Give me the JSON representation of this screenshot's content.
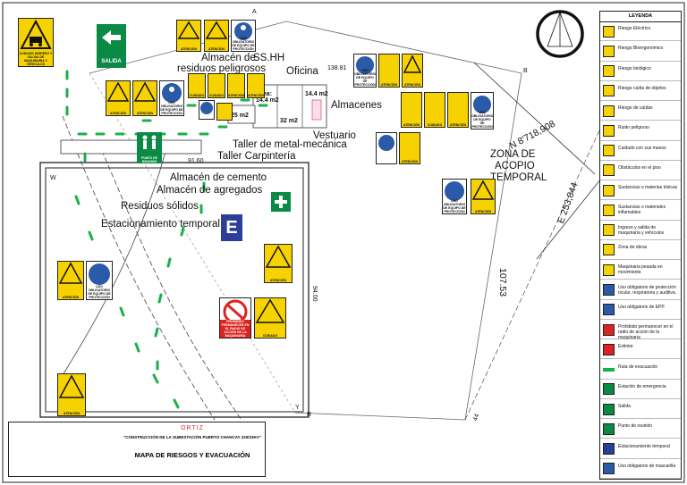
{
  "map": {
    "labels": {
      "almacen_residuos": "Almacén de",
      "almacen_residuos2": "residuos peligrosos",
      "sshh": "SS.HH",
      "oficina": "Oficina",
      "almacenes": "Almacenes",
      "vestuario": "Vestuario",
      "taller_metal": "Taller de metal-mecánica",
      "taller_carp": "Taller Carpintería",
      "almacen_cemento": "Almacén de cemento",
      "almacen_agregados": "Almacén de agregados",
      "residuos_solidos": "Residuos sólidos",
      "estacionamiento": "Estacionamiento temporal",
      "zona_acopio_1": "ZONA DE",
      "zona_acopio_2": "ACOPIO",
      "zona_acopio_3": "TEMPORAL",
      "coord_n": "N 8'718,908",
      "coord_e": "E 253,844",
      "dim_107": "107.53",
      "dim_138": "138.81",
      "dim_91": "91.60",
      "dim_94": "94.00",
      "corner_w": "W",
      "corner_b": "B",
      "corner_a": "A",
      "corner_r": "R",
      "corner_y": "Y",
      "corner_44": "44",
      "area": "Área:",
      "area_14": "14.4 m2",
      "area_25": "25 m2",
      "area_14b": "14.4 m2",
      "area_32": "32 m2"
    },
    "signs": {
      "atencion": "ATENCIÓN",
      "cuidado": "CUIDADO",
      "uso_epp": "USO OBLIGATORIO DE EQUIPO DE PROTECCIÓN",
      "salida": "SALIDA",
      "estacionamiento": "E",
      "punto_reunion": "PUNTO DE REUNIÓN",
      "cuidado_maquinas": "CUIDADO INGRESO Y SALIDA DE MAQUINARIA Y VEHÍCULOS",
      "prohibido": "PROHIBIDO PERMANECER EN EL RADIO DE ACCIÓN DE LA MAQUINARIA"
    }
  },
  "legend": {
    "title": "LEYENDA",
    "items": [
      {
        "text": "Riesgo Eléctrico",
        "icon": "electric-hazard-icon",
        "color": "#f5d200"
      },
      {
        "text": "Riesgo Bioergonómico",
        "icon": "ergonomic-hazard-icon",
        "color": "#f5d200"
      },
      {
        "text": "Riesgo biológico",
        "icon": "biohazard-icon",
        "color": "#f5d200"
      },
      {
        "text": "Riesgo caída de objetos",
        "icon": "falling-objects-icon",
        "color": "#f5d200"
      },
      {
        "text": "Riesgo de caídas",
        "icon": "fall-hazard-icon",
        "color": "#f5d200"
      },
      {
        "text": "Ruido peligroso",
        "icon": "noise-hazard-icon",
        "color": "#f5d200"
      },
      {
        "text": "Cuidado con sus manos",
        "icon": "hand-hazard-icon",
        "color": "#f5d200"
      },
      {
        "text": "Obstáculos en el piso",
        "icon": "floor-obstacle-icon",
        "color": "#f5d200"
      },
      {
        "text": "Sustancias o materias tóxicas",
        "icon": "toxic-icon",
        "color": "#f5d200"
      },
      {
        "text": "Sustancias o materiales inflamables",
        "icon": "flammable-icon",
        "color": "#f5d200"
      },
      {
        "text": "Ingreso y salida de maquinaria y vehículos",
        "icon": "vehicle-icon",
        "color": "#f5d200"
      },
      {
        "text": "Zona de obras",
        "icon": "works-zone-icon",
        "color": "#f5d200"
      },
      {
        "text": "Maquinaria pesada en movimiento",
        "icon": "heavy-machinery-icon",
        "color": "#f5d200"
      },
      {
        "text": "Uso obligatorio de protección ocular, respiratoria y auditiva.",
        "icon": "ppe-face-icon",
        "color": "#2b5aa8"
      },
      {
        "text": "Uso obligatorio de EPP.",
        "icon": "ppe-body-icon",
        "color": "#2b5aa8"
      },
      {
        "text": "Prohibido permanecer en el radio de acción de la maquinaria",
        "icon": "prohibited-icon",
        "color": "#d22"
      },
      {
        "text": "Extintor",
        "icon": "extinguisher-icon",
        "color": "#d22"
      },
      {
        "text": "Ruta de evacuación",
        "icon": "evacuation-arrow-icon",
        "color": "#19b04a"
      },
      {
        "text": "Estación de emergencia",
        "icon": "emergency-station-icon",
        "color": "#0a8a45"
      },
      {
        "text": "Salida",
        "icon": "exit-icon",
        "color": "#0a8a45"
      },
      {
        "text": "Punto de reunión",
        "icon": "meeting-point-icon",
        "color": "#0a8a45"
      },
      {
        "text": "Estacionamiento temporal",
        "icon": "parking-icon",
        "color": "#2b3f9a"
      },
      {
        "text": "Uso obligatorio de mascarilla",
        "icon": "mask-icon",
        "color": "#2b5aa8"
      }
    ]
  },
  "title_block": {
    "company": "ORTIZ",
    "project": "\"CONSTRUCCIÓN DE LA SUBESTACIÓN PUERTO CHANCAY 220/23KV\"",
    "title": "MAPA DE RIESGOS Y EVACUACIÓN"
  }
}
